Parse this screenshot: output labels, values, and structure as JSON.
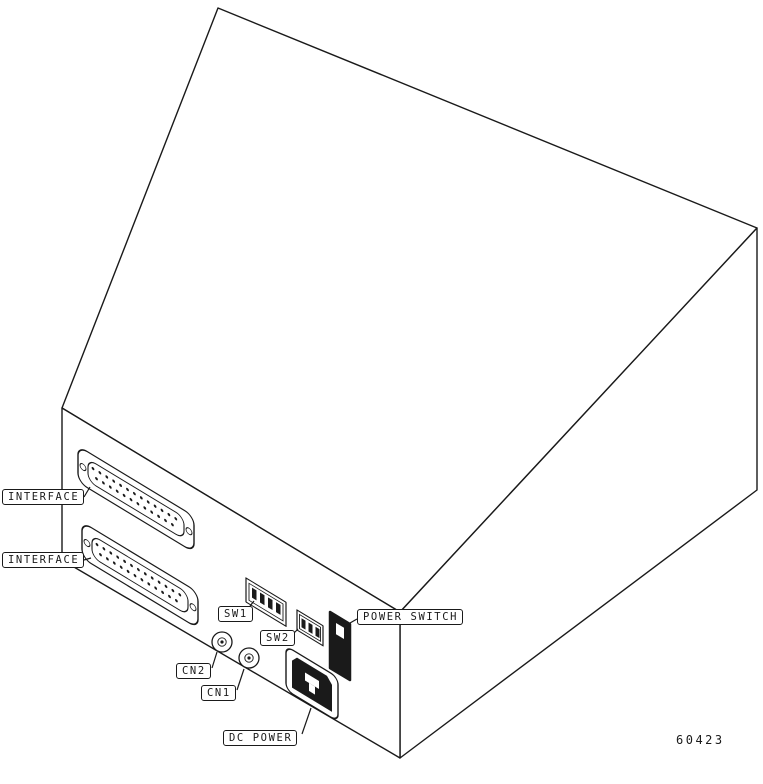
{
  "figure": {
    "number": "60423"
  },
  "callouts": {
    "interface_top": "INTERFACE",
    "interface_bottom": "INTERFACE",
    "sw1": "SW1",
    "sw2": "SW2",
    "cn2": "CN2",
    "cn1": "CN1",
    "power_switch": "POWER SWITCH",
    "dc_power": "DC POWER"
  },
  "colors": {
    "line": "#1a1a1a",
    "background": "#ffffff"
  }
}
